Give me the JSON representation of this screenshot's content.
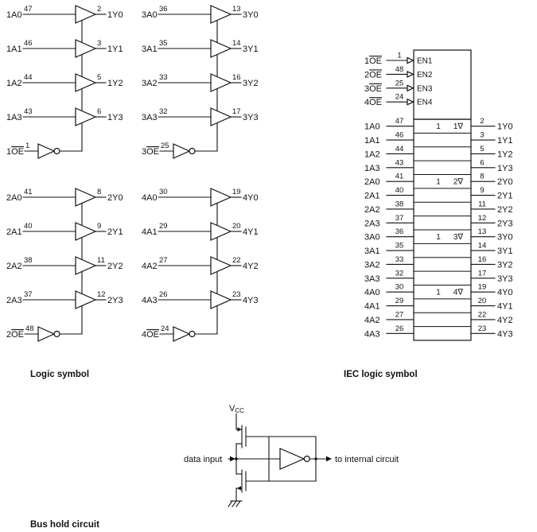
{
  "colors": {
    "caption": "#17798b",
    "line": "#111111"
  },
  "captions": {
    "logic_symbol": "Logic symbol",
    "iec_logic_symbol": "IEC logic symbol",
    "bus_hold": "Bus hold circuit"
  },
  "logic_symbol": {
    "groups": [
      {
        "oe": {
          "prefix": "1",
          "name": "OE",
          "pin": "1"
        },
        "buffers": [
          {
            "input": "1A0",
            "input_pin": "47",
            "output_pin": "2",
            "output": "1Y0"
          },
          {
            "input": "1A1",
            "input_pin": "46",
            "output_pin": "3",
            "output": "1Y1"
          },
          {
            "input": "1A2",
            "input_pin": "44",
            "output_pin": "5",
            "output": "1Y2"
          },
          {
            "input": "1A3",
            "input_pin": "43",
            "output_pin": "6",
            "output": "1Y3"
          }
        ]
      },
      {
        "oe": {
          "prefix": "3",
          "name": "OE",
          "pin": "25"
        },
        "buffers": [
          {
            "input": "3A0",
            "input_pin": "36",
            "output_pin": "13",
            "output": "3Y0"
          },
          {
            "input": "3A1",
            "input_pin": "35",
            "output_pin": "14",
            "output": "3Y1"
          },
          {
            "input": "3A2",
            "input_pin": "33",
            "output_pin": "16",
            "output": "3Y2"
          },
          {
            "input": "3A3",
            "input_pin": "32",
            "output_pin": "17",
            "output": "3Y3"
          }
        ]
      },
      {
        "oe": {
          "prefix": "2",
          "name": "OE",
          "pin": "48"
        },
        "buffers": [
          {
            "input": "2A0",
            "input_pin": "41",
            "output_pin": "8",
            "output": "2Y0"
          },
          {
            "input": "2A1",
            "input_pin": "40",
            "output_pin": "9",
            "output": "2Y1"
          },
          {
            "input": "2A2",
            "input_pin": "38",
            "output_pin": "11",
            "output": "2Y2"
          },
          {
            "input": "2A3",
            "input_pin": "37",
            "output_pin": "12",
            "output": "2Y3"
          }
        ]
      },
      {
        "oe": {
          "prefix": "4",
          "name": "OE",
          "pin": "24"
        },
        "buffers": [
          {
            "input": "4A0",
            "input_pin": "30",
            "output_pin": "19",
            "output": "4Y0"
          },
          {
            "input": "4A1",
            "input_pin": "29",
            "output_pin": "20",
            "output": "4Y1"
          },
          {
            "input": "4A2",
            "input_pin": "27",
            "output_pin": "22",
            "output": "4Y2"
          },
          {
            "input": "4A3",
            "input_pin": "26",
            "output_pin": "23",
            "output": "4Y3"
          }
        ]
      }
    ]
  },
  "iec": {
    "enables": [
      {
        "prefix": "1",
        "name": "OE",
        "pin": "1",
        "en": "EN1"
      },
      {
        "prefix": "2",
        "name": "OE",
        "pin": "48",
        "en": "EN2"
      },
      {
        "prefix": "3",
        "name": "OE",
        "pin": "25",
        "en": "EN3"
      },
      {
        "prefix": "4",
        "name": "OE",
        "pin": "24",
        "en": "EN4"
      }
    ],
    "rows": [
      {
        "input": "1A0",
        "input_pin": "47",
        "output_pin": "2",
        "output": "1Y0",
        "marker_left": "1",
        "marker_right": "1∇"
      },
      {
        "input": "1A1",
        "input_pin": "46",
        "output_pin": "3",
        "output": "1Y1"
      },
      {
        "input": "1A2",
        "input_pin": "44",
        "output_pin": "5",
        "output": "1Y2"
      },
      {
        "input": "1A3",
        "input_pin": "43",
        "output_pin": "6",
        "output": "1Y3"
      },
      {
        "input": "2A0",
        "input_pin": "41",
        "output_pin": "8",
        "output": "2Y0",
        "marker_left": "1",
        "marker_right": "2∇"
      },
      {
        "input": "2A1",
        "input_pin": "40",
        "output_pin": "9",
        "output": "2Y1"
      },
      {
        "input": "2A2",
        "input_pin": "38",
        "output_pin": "11",
        "output": "2Y2"
      },
      {
        "input": "2A3",
        "input_pin": "37",
        "output_pin": "12",
        "output": "2Y3"
      },
      {
        "input": "3A0",
        "input_pin": "36",
        "output_pin": "13",
        "output": "3Y0",
        "marker_left": "1",
        "marker_right": "3∇"
      },
      {
        "input": "3A1",
        "input_pin": "35",
        "output_pin": "14",
        "output": "3Y1"
      },
      {
        "input": "3A2",
        "input_pin": "33",
        "output_pin": "16",
        "output": "3Y2"
      },
      {
        "input": "3A3",
        "input_pin": "32",
        "output_pin": "17",
        "output": "3Y3"
      },
      {
        "input": "4A0",
        "input_pin": "30",
        "output_pin": "19",
        "output": "4Y0",
        "marker_left": "1",
        "marker_right": "4∇"
      },
      {
        "input": "4A1",
        "input_pin": "29",
        "output_pin": "20",
        "output": "4Y1"
      },
      {
        "input": "4A2",
        "input_pin": "27",
        "output_pin": "22",
        "output": "4Y2"
      },
      {
        "input": "4A3",
        "input_pin": "26",
        "output_pin": "23",
        "output": "4Y3"
      }
    ]
  },
  "bus_hold": {
    "vcc_main": "V",
    "vcc_sub": "CC",
    "data_input": "data input",
    "to_internal": "to internal circuit"
  }
}
